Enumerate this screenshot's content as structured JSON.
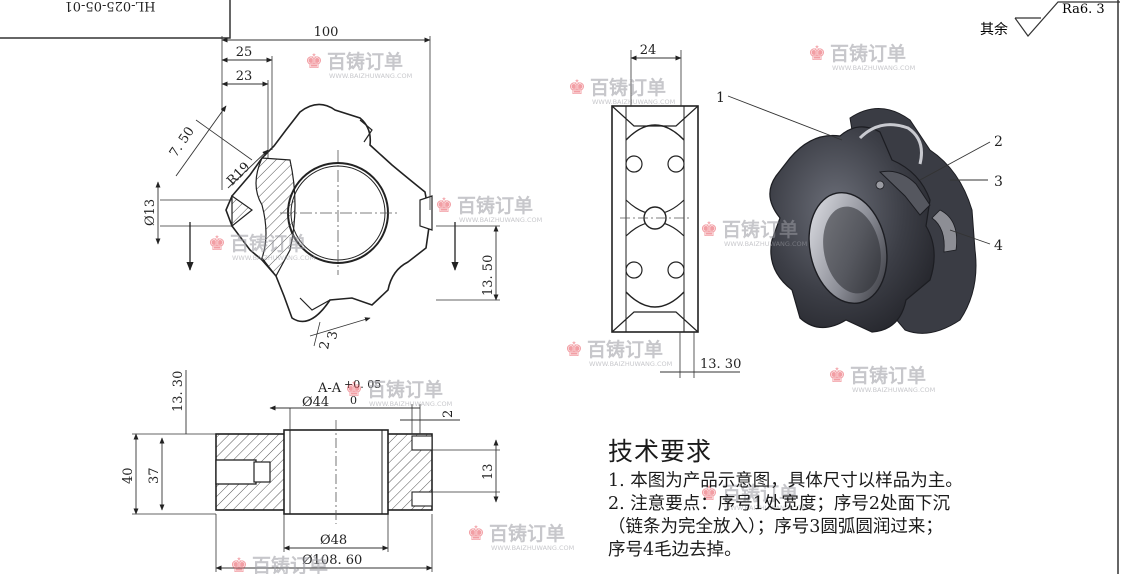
{
  "title_block": {
    "drawing_no": "HL-025-05-01"
  },
  "roughness": {
    "prefix": "其余",
    "value": "Ra6. 3"
  },
  "front_view": {
    "dims": {
      "d100": "100",
      "d25": "25",
      "d23": "23",
      "d7_50": "7. 50",
      "r19": "R19",
      "phi13": "Ø13",
      "d13_50": "13. 50",
      "d3": "3",
      "d2": "2"
    }
  },
  "side_view": {
    "dims": {
      "d24": "24",
      "d13_30": "13. 30"
    }
  },
  "section_view": {
    "label": "A-A",
    "dims": {
      "phi44": "Ø44",
      "tol_upper": "+0. 05",
      "tol_lower": "0",
      "d13_30": "13. 30",
      "d2": "2",
      "d40": "40",
      "d37": "37",
      "d13": "13",
      "phi48": "Ø48",
      "phi108": "Ø108. 60"
    }
  },
  "iso_view": {
    "callouts": [
      "1",
      "2",
      "3",
      "4"
    ]
  },
  "tech_requirements": {
    "title": "技术要求",
    "lines": [
      "1. 本图为产品示意图，具体尺寸以样品为主。",
      "2. 注意要点：序号1处宽度；序号2处面下沉",
      "（链条为完全放入）；序号3圆弧圆润过来；",
      "序号4毛边去掉。"
    ]
  },
  "watermark": {
    "name": "百铸订单",
    "url": "WWW.BAIZHUWANG.COM",
    "accent": "#e8505b"
  }
}
